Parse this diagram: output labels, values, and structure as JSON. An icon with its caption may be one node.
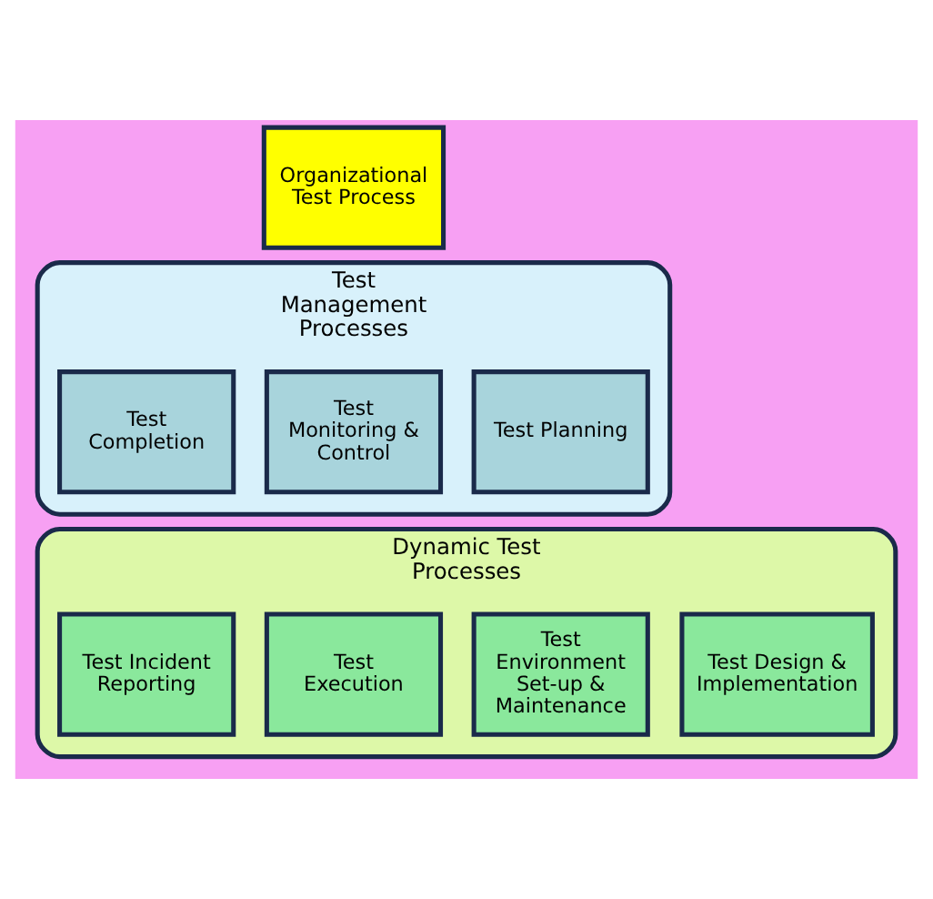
{
  "diagram": {
    "nodes": [
      {
        "text": [
          "Organizational Test Process"
        ]
      },
      {
        "text": [
          "Test Management Processes"
        ]
      },
      {
        "text": [
          "Test Planning"
        ],
        "in": 1
      },
      {
        "text": [
          "Test Monitoring & Control"
        ],
        "in": 1
      },
      {
        "text": [
          "Test Completion"
        ],
        "in": 1
      },
      {
        "text": [
          "Dynamic Test Processes"
        ]
      },
      {
        "text": [
          "Test Design & Implementation"
        ],
        "in": 5
      },
      {
        "text": [
          "Test Environment Set-up & Maintenance"
        ],
        "in": 5
      },
      {
        "text": [
          "Test Execution"
        ],
        "in": 5
      },
      {
        "text": [
          "Test Incident Reporting"
        ],
        "in": 5
      }
    ]
  }
}
